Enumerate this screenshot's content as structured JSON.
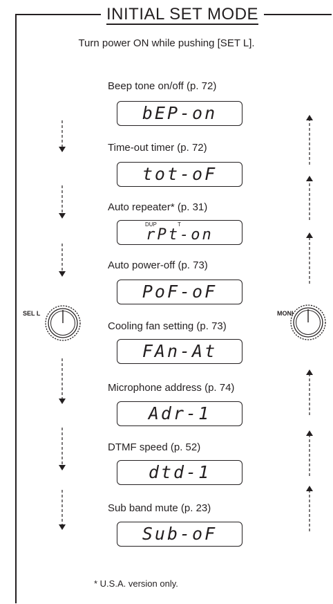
{
  "title": "INITIAL SET MODE",
  "instruction": "Turn power ON while pushing [SET L].",
  "steps": [
    {
      "label": "Beep tone on/off (p. 72)",
      "display": "bEP-on"
    },
    {
      "label": "Time-out timer (p. 72)",
      "display": "tot-oF"
    },
    {
      "label": "Auto repeater* (p. 31)",
      "display": "rPt-on",
      "indicators": [
        "DUP",
        "T"
      ]
    },
    {
      "label": "Auto power-off (p. 73)",
      "display": "PoF-oF"
    },
    {
      "label": "Cooling fan setting (p. 73)",
      "display": "FAn-At"
    },
    {
      "label": "Microphone address (p. 74)",
      "display": "Adr-1"
    },
    {
      "label": "DTMF speed (p. 52)",
      "display": "dtd-1"
    },
    {
      "label": "Sub band mute (p. 23)",
      "display": "Sub-oF"
    }
  ],
  "knobs": {
    "left": "SEL L",
    "right": "MONI"
  },
  "footnote": "* U.S.A. version only.",
  "colors": {
    "ink": "#231f20",
    "background": "#ffffff"
  }
}
